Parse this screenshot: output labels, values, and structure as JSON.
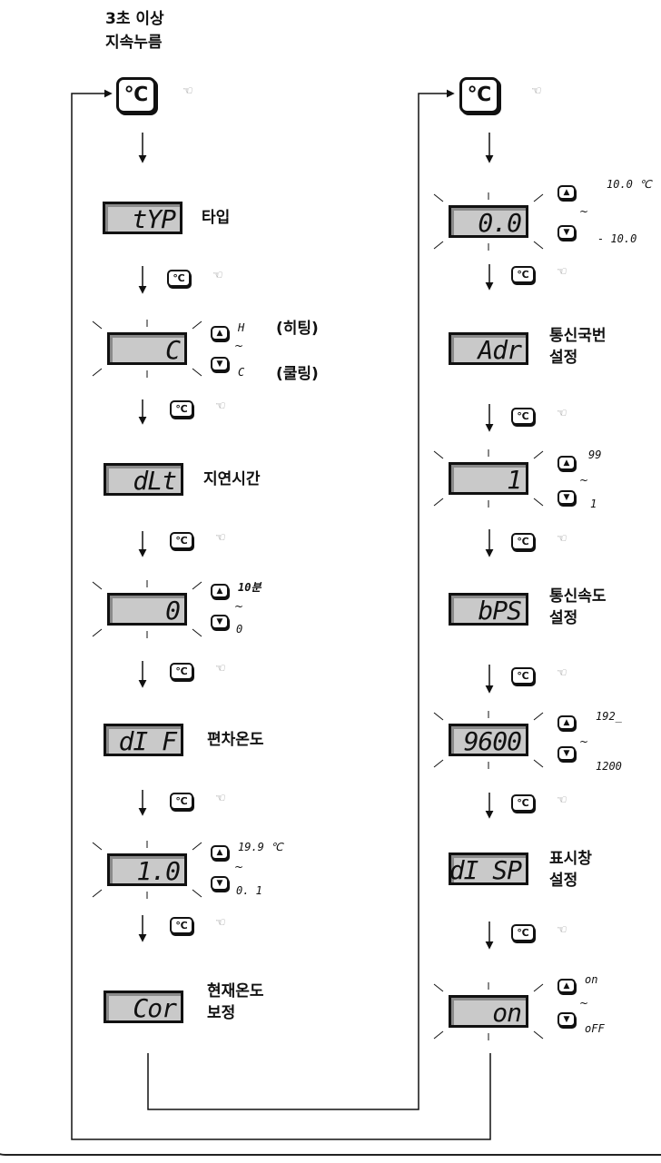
{
  "header": {
    "line1": "3초 이상",
    "line2": "지속누름"
  },
  "celsius_glyph": "℃",
  "small_celsius_glyph": "℃",
  "hand_glyph": "☜",
  "up_arrow": "▲",
  "down_arrow": "▼",
  "tilde": "~",
  "left_column": [
    {
      "display": "tYP",
      "label": "타입"
    },
    {
      "display": "C",
      "up": "H",
      "up_text": "(히팅)",
      "down": "C",
      "down_text": "(쿨링)"
    },
    {
      "display": "dLt",
      "label": "지연시간"
    },
    {
      "display": "0",
      "up": "10분",
      "down": "0"
    },
    {
      "display": "dI F",
      "label": "편차온도"
    },
    {
      "display": "1.0",
      "up": "19.9 ℃",
      "down": "0. 1"
    },
    {
      "display": "Cor",
      "label": "현재온도\n보정"
    }
  ],
  "right_column": [
    {
      "display": "0.0",
      "up": "10.0 ℃",
      "down": "- 10.0"
    },
    {
      "display": "Adr",
      "label": "통신국번\n설정"
    },
    {
      "display": "1",
      "up": "99",
      "down": "1"
    },
    {
      "display": "bPS",
      "label": "통신속도\n설정"
    },
    {
      "display": "9600",
      "up": "192_",
      "down": "1200"
    },
    {
      "display": "dI SP",
      "label": "표시창\n설정"
    },
    {
      "display": "on",
      "up": "on",
      "down": "oFF"
    }
  ]
}
